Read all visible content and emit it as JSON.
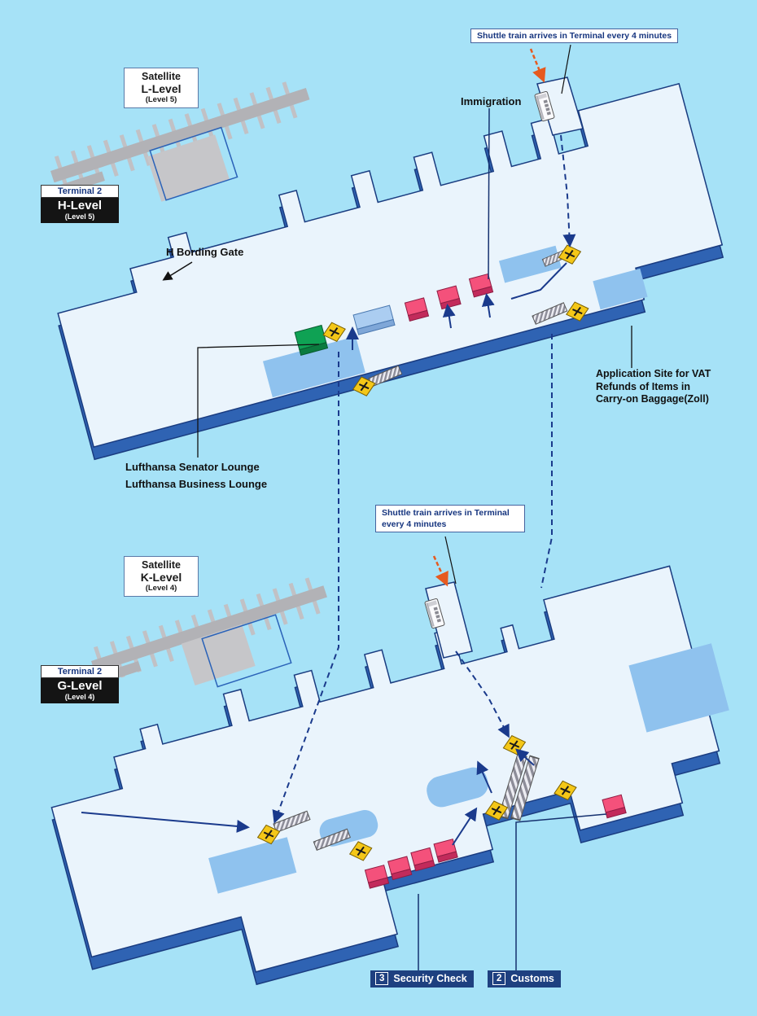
{
  "colors": {
    "background": "#A6E2F7",
    "floor": "#EAF4FC",
    "floor_edge": "#2F63B3",
    "outline": "#1A3C80",
    "accent_blue": "#8FC2EE",
    "counter_pink": "#F4517B",
    "stairs_yellow": "#F4C718",
    "lounge_green": "#0FA254",
    "satellite_gray": "#BCBCBF",
    "line_navy": "#1A3A8C",
    "arrow_orange": "#E65A1F",
    "badge_navy": "#1E4080"
  },
  "icons": {
    "stairs_marker": "yellow diamond with X",
    "escalator": "striped ramp",
    "shuttle_train": "train car",
    "counter": "pink block"
  },
  "annotations": {
    "shuttle_top": "Shuttle train arrives in Terminal every 4 minutes",
    "shuttle_mid_line1": "Shuttle train arrives in Terminal",
    "shuttle_mid_line2": "every 4 minutes",
    "immigration": "Immigration",
    "h_boarding_gate": "H Bording Gate",
    "vat_line1": "Application Site for VAT",
    "vat_line2": "Refunds of Items in",
    "vat_line3": "Carry-on Baggage(Zoll)",
    "lounge_senator": "Lufthansa Senator Lounge",
    "lounge_business": "Lufthansa Business Lounge"
  },
  "levels": {
    "h": {
      "satellite": {
        "name": "Satellite",
        "level": "L-Level",
        "sub": "(Level 5)"
      },
      "terminal": {
        "name": "Terminal 2",
        "level": "H-Level",
        "sub": "(Level 5)"
      }
    },
    "g": {
      "satellite": {
        "name": "Satellite",
        "level": "K-Level",
        "sub": "(Level 4)"
      },
      "terminal": {
        "name": "Terminal 2",
        "level": "G-Level",
        "sub": "(Level 4)"
      }
    }
  },
  "badges": {
    "security": {
      "number": "3",
      "label": "Security Check"
    },
    "customs": {
      "number": "2",
      "label": "Customs"
    }
  }
}
